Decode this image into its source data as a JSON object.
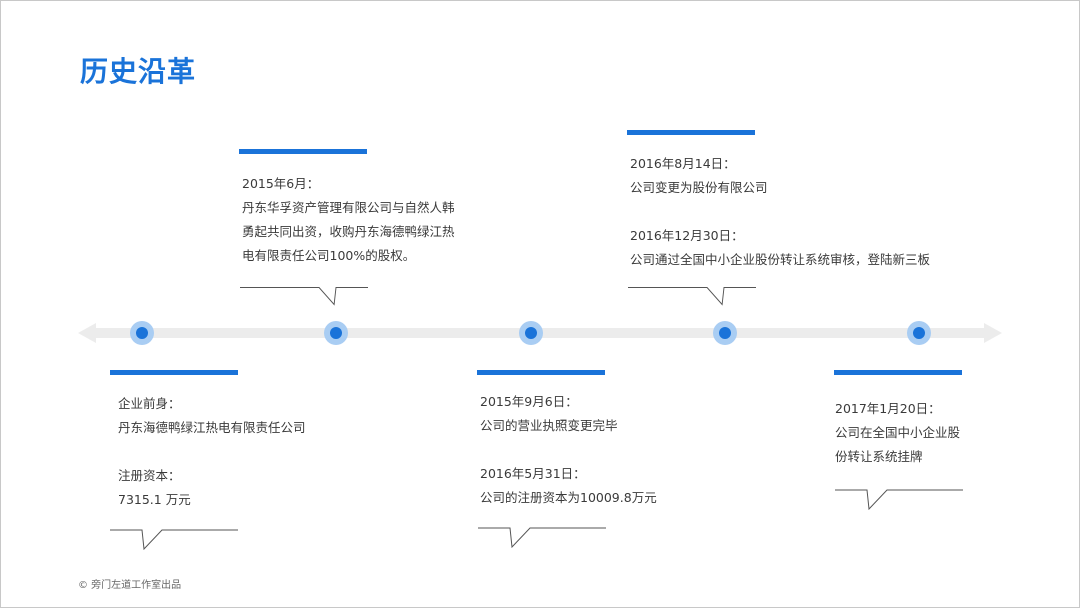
{
  "title": "历史沿革",
  "footer": "© 旁门左道工作室出品",
  "events": [
    {
      "id": "e1",
      "lines": [
        "企业前身：",
        "丹东海德鸭绿江热电有限责任公司",
        "",
        "注册资本：",
        "7315.1 万元"
      ]
    },
    {
      "id": "e2",
      "lines": [
        "2015年6月：",
        "丹东华孚资产管理有限公司与自然人韩",
        "勇起共同出资，收购丹东海德鸭绿江热",
        "电有限责任公司100%的股权。"
      ]
    },
    {
      "id": "e3",
      "lines": [
        "2015年9月6日：",
        "公司的营业执照变更完毕",
        "",
        "2016年5月31日：",
        "公司的注册资本为10009.8万元"
      ]
    },
    {
      "id": "e4",
      "lines": [
        "2016年8月14日：",
        "公司变更为股份有限公司",
        "",
        "2016年12月30日：",
        "公司通过全国中小企业股份转让系统审核，登陆新三板"
      ]
    },
    {
      "id": "e5",
      "lines": [
        "2017年1月20日：",
        "公司在全国中小企业股",
        "份转让系统挂牌"
      ]
    }
  ],
  "colors": {
    "accent": "#1a73d9",
    "node_ring": "#a9cdf3",
    "axis": "#ececec",
    "text": "#3a3a3a"
  }
}
